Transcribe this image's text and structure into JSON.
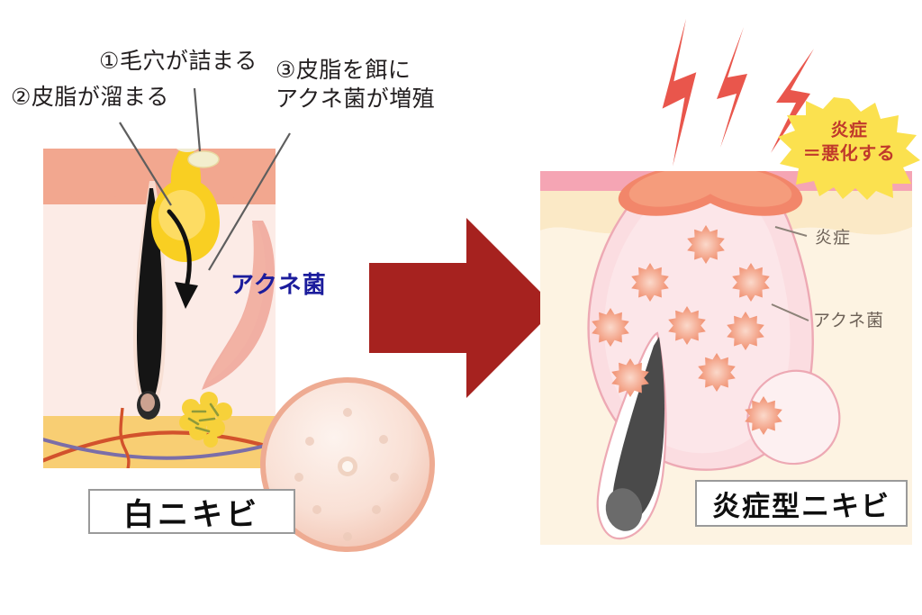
{
  "diagram": {
    "title_hidden": "",
    "colors": {
      "epidermis": "#f2a78f",
      "dermis": "#fcebe6",
      "subcutaneous": "#f8ce73",
      "sebum_yellow": "#f9cf22",
      "hair_black": "#141414",
      "arrow_red": "#a6221f",
      "lightning_red": "#e9564c",
      "burst_yellow": "#fbe14f",
      "burst_text_red": "#c0392b",
      "acne_label_blue": "#1b1c9c",
      "gray_label": "#6e6258",
      "lesion_pink": "#fbdde1",
      "right_epidermis": "#f5a5b4",
      "right_dermis": "#fdf3e2",
      "bacteria_star": "#f08b72",
      "artery": "#d2522c",
      "vein": "#7b6ea8"
    }
  },
  "left_panel": {
    "callouts": [
      {
        "id": "clogged-pore",
        "text": "①毛穴が詰まる"
      },
      {
        "id": "sebum-buildup",
        "text": "②皮脂が溜まる"
      },
      {
        "id": "bacteria-multiply",
        "text": "③皮脂を餌に\nアクネ菌が増殖"
      }
    ],
    "inline_label": "アクネ菌",
    "caption": "白ニキビ"
  },
  "right_panel": {
    "burst_badge": "炎症\n＝悪化する",
    "labels": [
      {
        "id": "inflammation",
        "text": "炎症"
      },
      {
        "id": "acne-bacteria",
        "text": "アクネ菌"
      }
    ],
    "caption": "炎症型ニキビ"
  },
  "transition": {
    "arrow_name": "right-arrow",
    "direction": "right"
  }
}
